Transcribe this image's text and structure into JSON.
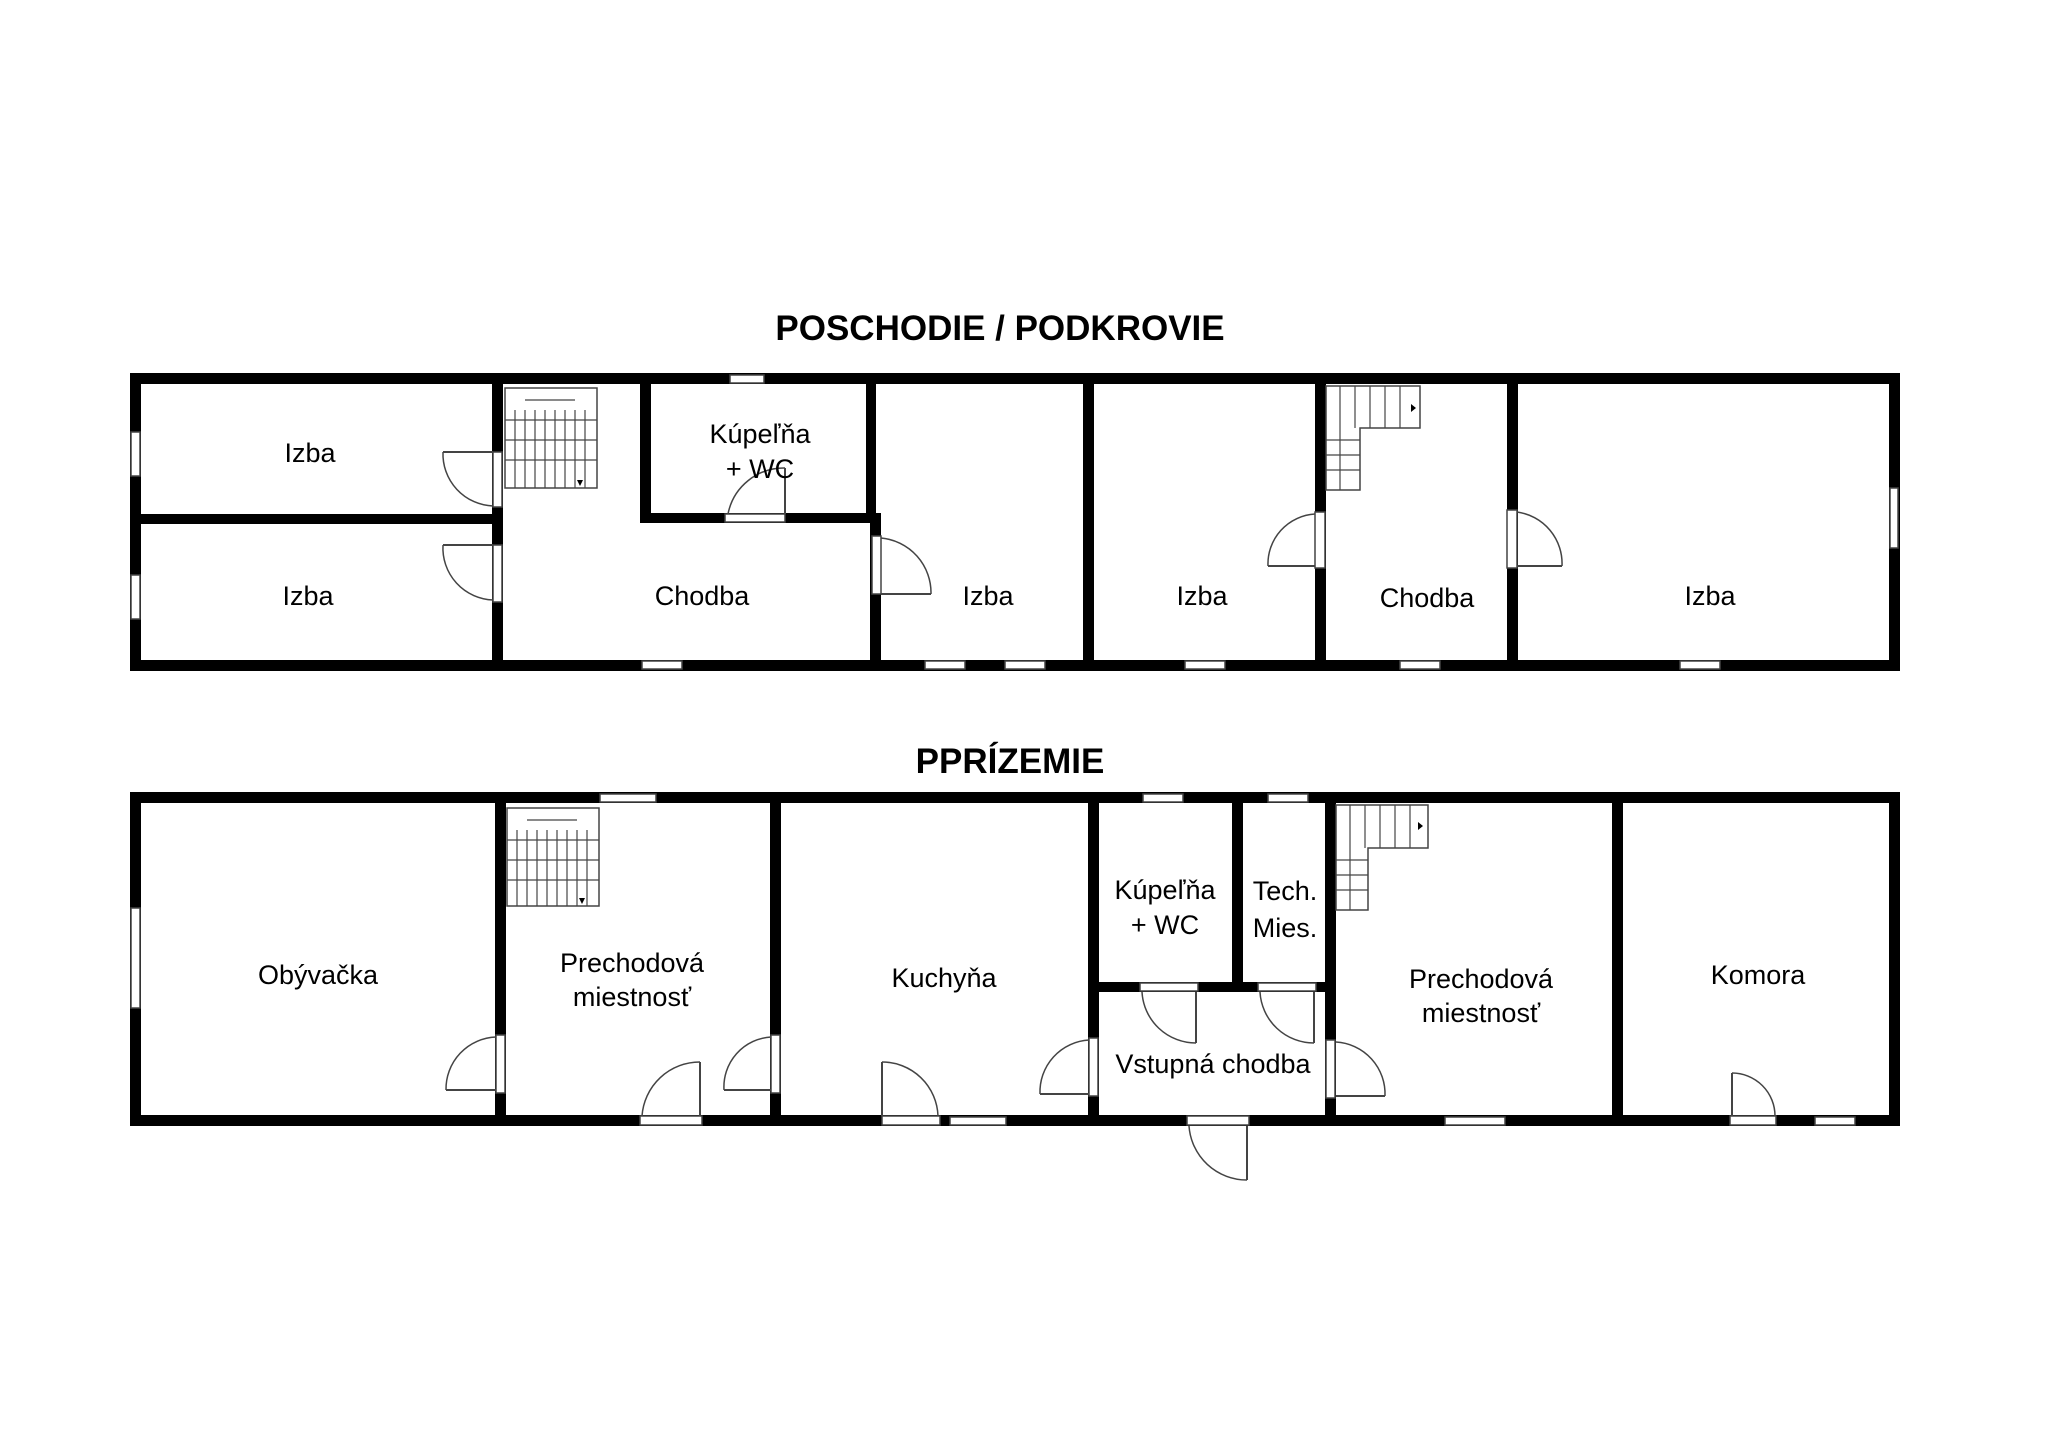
{
  "floors": {
    "upper": {
      "title": "POSCHODIE / PODKROVIE",
      "rooms": {
        "izba_top_left": "Izba",
        "izba_bottom_left": "Izba",
        "chodba_left": "Chodba",
        "kupelna_wc_line1": "Kúpeľňa",
        "kupelna_wc_line2": "+ WC",
        "izba_mid": "Izba",
        "izba_mid2": "Izba",
        "chodba_right": "Chodba",
        "izba_right": "Izba"
      }
    },
    "ground": {
      "title": "PPRÍZEMIE",
      "rooms": {
        "obyvacka": "Obývačka",
        "prechodova_left_line1": "Prechodová",
        "prechodova_left_line2": "miestnosť",
        "kuchyna": "Kuchyňa",
        "kupelna_wc_line1": "Kúpeľňa",
        "kupelna_wc_line2": "+ WC",
        "tech_line1": "Tech.",
        "tech_line2": "Mies.",
        "vstupna_chodba": "Vstupná chodba",
        "prechodova_right_line1": "Prechodová",
        "prechodova_right_line2": "miestnosť",
        "komora": "Komora"
      }
    }
  },
  "colors": {
    "wall": "#000000",
    "background": "#ffffff",
    "fixture": "#444444"
  }
}
